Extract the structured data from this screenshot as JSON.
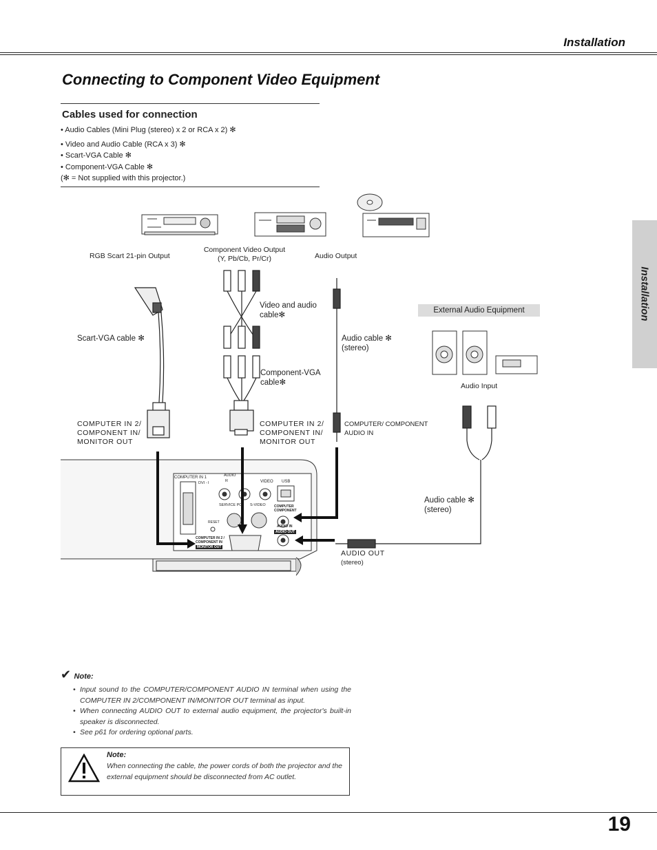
{
  "header": {
    "section_title": "Installation"
  },
  "title": "Connecting to Component Video Equipment",
  "cables": {
    "heading": "Cables used for connection",
    "items": [
      "• Audio Cables (Mini Plug (stereo) x 2 or RCA x 2) ✻",
      "• Video and Audio Cable (RCA x 3) ✻",
      "• Scart-VGA Cable ✻",
      "• Component-VGA Cable ✻",
      "(✻ = Not supplied with this projector.)"
    ]
  },
  "side_tab": "Installation",
  "diagram": {
    "source_rgb": "RGB Scart 21-pin Output",
    "source_component_1": "Component Video Output",
    "source_component_2": "(Y, Pb/Cb, Pr/Cr)",
    "source_audio": "Audio Output",
    "cable_video_audio_1": "Video and audio",
    "cable_video_audio_2": "cable✻",
    "cable_scart": "Scart-VGA cable ✻",
    "cable_component_1": "Component-VGA",
    "cable_component_2": "cable✻",
    "cable_audio_1": "Audio cable ✻",
    "cable_audio_2": "(stereo)",
    "external_audio": "External Audio Equipment",
    "audio_input": "Audio Input",
    "port_left_1": "COMPUTER IN 2/",
    "port_left_2": "COMPONENT IN/",
    "port_left_3": "MONITOR OUT",
    "port_mid_1": "COMPUTER IN 2/",
    "port_mid_2": "COMPONENT IN/",
    "port_mid_3": "MONITOR OUT",
    "port_audio_in_1": "COMPUTER/ COMPONENT",
    "port_audio_in_2": "AUDIO IN",
    "cable_audio_out_1": "Audio cable ✻",
    "cable_audio_out_2": "(stereo)",
    "audio_out_1": "AUDIO OUT",
    "audio_out_2": "(stereo)",
    "panel": {
      "computer_in1": "COMPUTER IN 1",
      "dvi": "DVI - I",
      "audio": "AUDIO",
      "audio_r": "R",
      "video": "VIDEO",
      "usb": "USB",
      "service_port": "SERVICE PO",
      "s_video": "S-VIDEO",
      "reset": "RESET",
      "computer_component": "COMPUTER",
      "component_word": "COMPONENT",
      "audio_in": "AUDIO  IN",
      "audio_out": "AUDIO  OUT",
      "computer_in2_1": "COMPUTER IN 2 /",
      "computer_in2_2": "COMPONENT IN",
      "monitor_out": "MONITOR  OUT"
    }
  },
  "note": {
    "heading": "Note:",
    "items": [
      "Input sound to the COMPUTER/COMPONENT AUDIO IN terminal when using the COMPUTER IN 2/COMPONENT IN/MONITOR OUT terminal as input.",
      "When connecting AUDIO OUT to external audio equipment, the projector's built-in speaker is disconnected.",
      "See p61 for ordering optional parts."
    ]
  },
  "warning": {
    "heading": "Note:",
    "text": "When connecting the cable, the power cords of both the projector and the external equipment should be disconnected from AC outlet."
  },
  "page_number": "19"
}
